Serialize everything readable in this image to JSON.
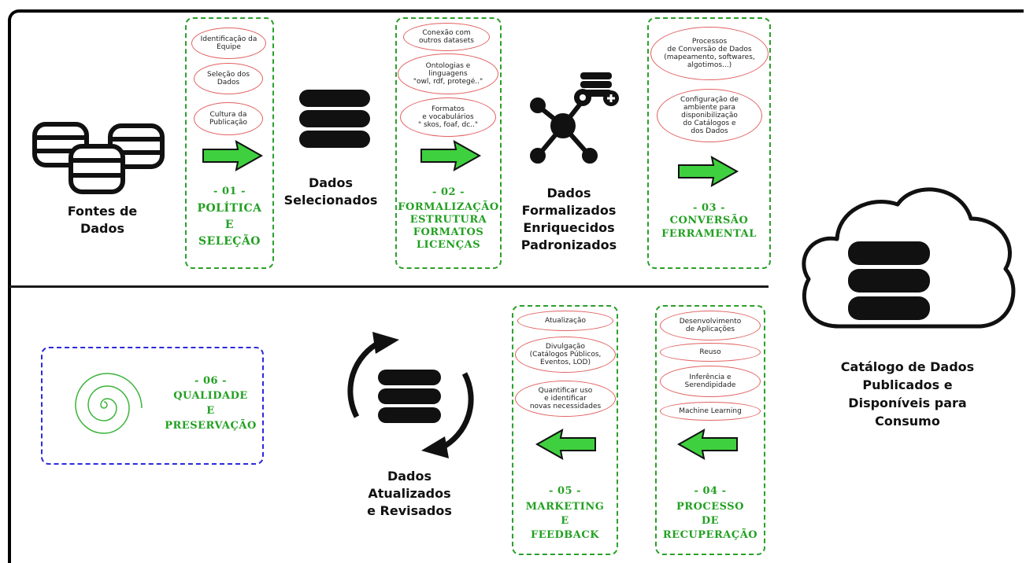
{
  "nodes": {
    "fontes": "Fontes de\nDados",
    "selecionados": "Dados\nSelecionados",
    "formalizados": "Dados\nFormalizados\nEnriquecidos\nPadronizados",
    "atualizados": "Dados\nAtualizados\ne Revisados",
    "catalogo": "Catálogo de Dados\nPublicados e\nDisponíveis para\nConsumo"
  },
  "stages": {
    "s01": {
      "num": "- 01 -",
      "title": "POLÍTICA\nE\nSELEÇÃO",
      "items": [
        "Identificação da\nEquipe",
        "Seleção dos\nDados",
        "Cultura da\nPublicação"
      ]
    },
    "s02": {
      "num": "- 02 -",
      "title": "FORMALIZAÇÃO\nESTRUTURA\nFORMATOS\nLICENÇAS",
      "items": [
        "Conexão com\noutros datasets",
        "Ontologias e\nlinguagens\n\"owl, rdf, protegé..\"",
        "Formatos\ne vocabulários\n\" skos, foaf, dc..\""
      ]
    },
    "s03": {
      "num": "- 03 -",
      "title": "CONVERSÃO\nFERRAMENTAL",
      "items": [
        "Processos\nde Conversão de Dados\n(mapeamento, softwares,\nalgotimos...)",
        "Configuração de\nambiente para\ndisponibilização\ndo Catálogos e\ndos Dados"
      ]
    },
    "s04": {
      "num": "- 04 -",
      "title": "PROCESSO\nDE\nRECUPERAÇÃO",
      "items": [
        "Desenvolvimento\nde Aplicações",
        "Reuso",
        "Inferência e\nSerendipidade",
        "Machine Learning"
      ]
    },
    "s05": {
      "num": "- 05 -",
      "title": "MARKETING\nE\nFEEDBACK",
      "items": [
        "Atualização",
        "Divulgação\n(Catálogos Públicos,\nEventos, LOD)",
        "Quantificar uso\ne identificar\nnovas necessidades"
      ]
    },
    "s06": {
      "num": "- 06 -",
      "title": "QUALIDADE\nE\nPRESERVAÇÃO"
    }
  },
  "colors": {
    "stage_border": "#2aa02a",
    "stage_text": "#22a022",
    "oval_border": "#e26060",
    "quality_border": "#2a2adc",
    "arrow": "#3fd03f"
  },
  "icons": [
    "database-icon",
    "linked-data-icon",
    "refresh-cycle-icon",
    "cloud-icon",
    "spiral-icon",
    "green-arrow-icon"
  ]
}
